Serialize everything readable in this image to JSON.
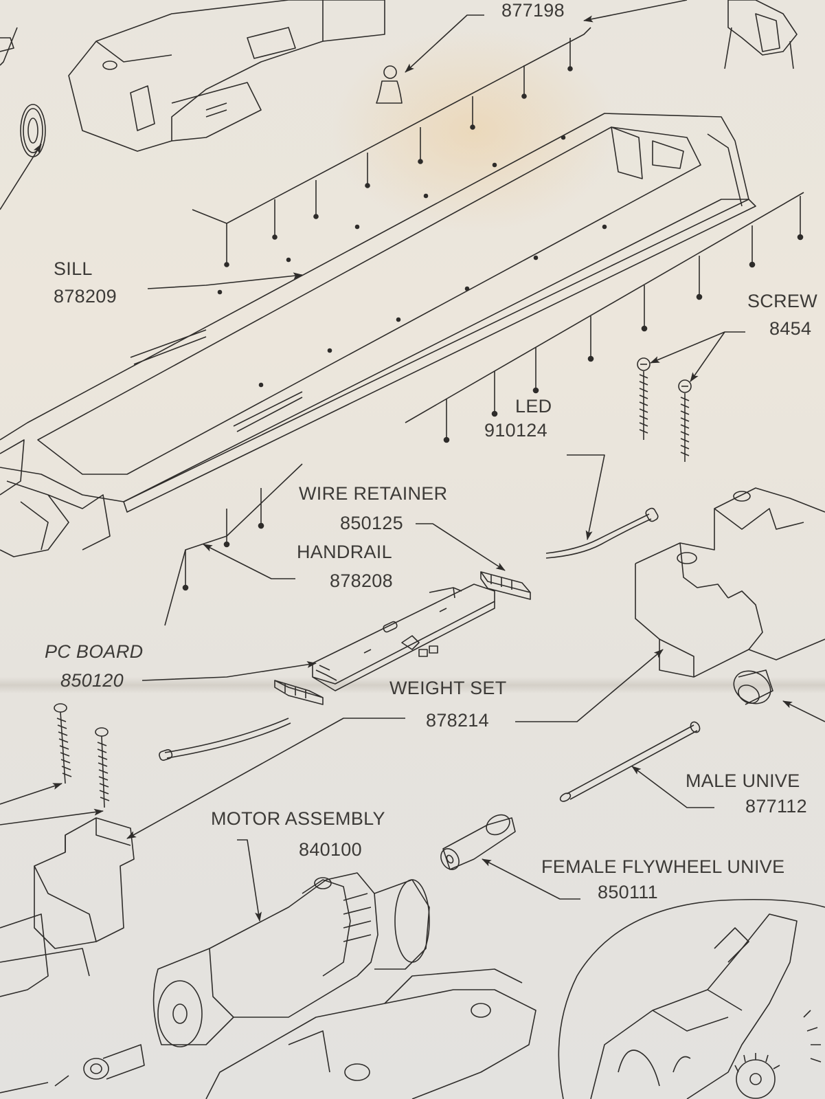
{
  "labels": {
    "top_part": "877198",
    "sill_name": "SILL",
    "sill_num": "878209",
    "screw_name": "SCREW",
    "screw_num": "8454",
    "led_name": "LED",
    "led_num": "910124",
    "wire_retainer_name": "WIRE RETAINER",
    "wire_retainer_num": "850125",
    "handrail_name": "HANDRAIL",
    "handrail_num": "878208",
    "pc_board_name": "PC BOARD",
    "pc_board_num": "850120",
    "weight_set_name": "WEIGHT SET",
    "weight_set_num": "878214",
    "male_universal_name": "MALE UNIVE",
    "male_universal_num": "877112",
    "motor_name": "MOTOR ASSEMBLY",
    "motor_num": "840100",
    "female_flywheel_name": "FEMALE FLYWHEEL UNIVE",
    "female_flywheel_num": "850111"
  },
  "colors": {
    "paper": "#e8e4dc",
    "ink": "#3c3a37",
    "line": "#2e2c2a"
  }
}
